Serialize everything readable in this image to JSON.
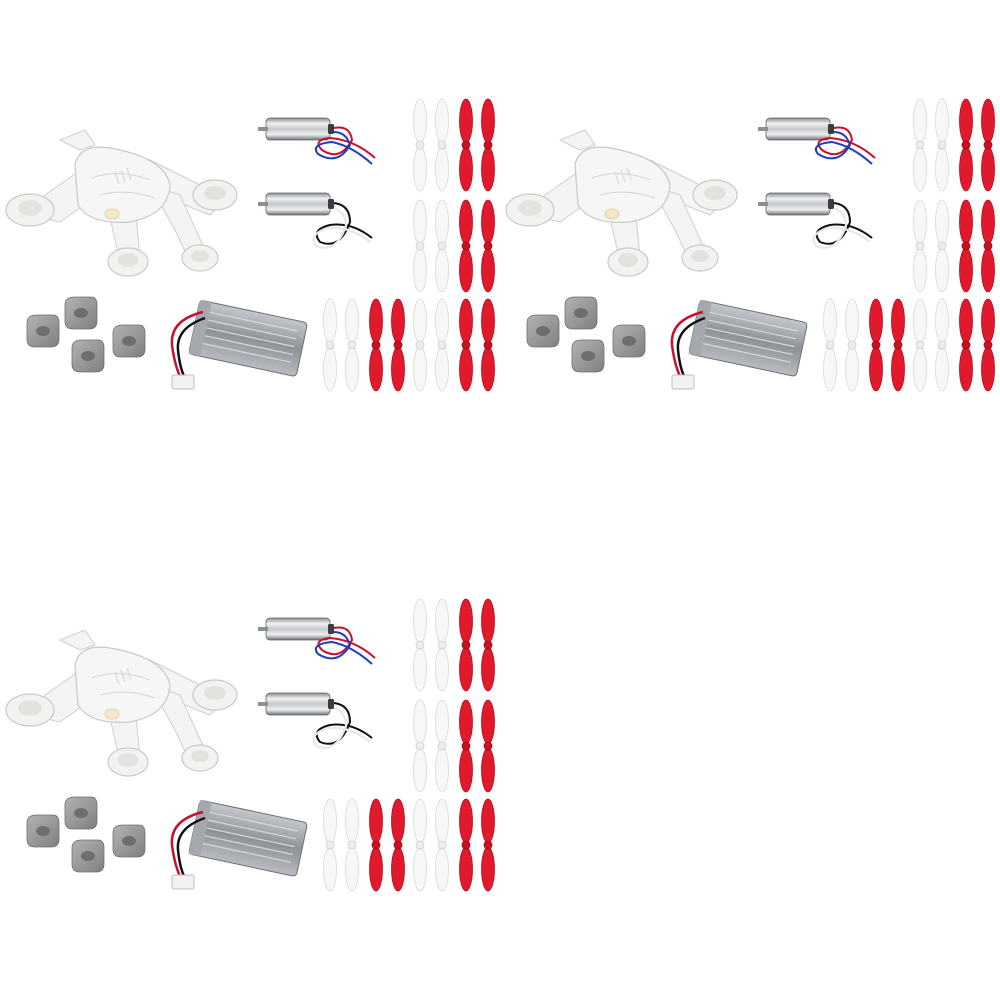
{
  "image": {
    "content": "product-kit-collage",
    "tile_count": 3,
    "layout": "grid-2x2-three-tiles",
    "background_color": "#ffffff"
  },
  "kit": {
    "frame": {
      "color": "#f4f4f2",
      "shade": "#d9d9d6"
    },
    "motors": [
      {
        "name": "motor-red-blue-wires",
        "wire_colors": [
          "#c8102e",
          "#1f3fbf"
        ]
      },
      {
        "name": "motor-black-white-wires",
        "wire_colors": [
          "#111111",
          "#ffffff"
        ]
      }
    ],
    "battery": {
      "body_color": "#9fa3a8",
      "lead_colors": [
        "#c8102e",
        "#111111"
      ],
      "plug_color": "#f2f2f2"
    },
    "motor_caps": {
      "count": 4,
      "color": "#9a9a98"
    },
    "propeller_colors": [
      "#f7f7f5",
      "#e0192c"
    ],
    "propeller_groups": 4,
    "propellers_per_group": 4
  }
}
